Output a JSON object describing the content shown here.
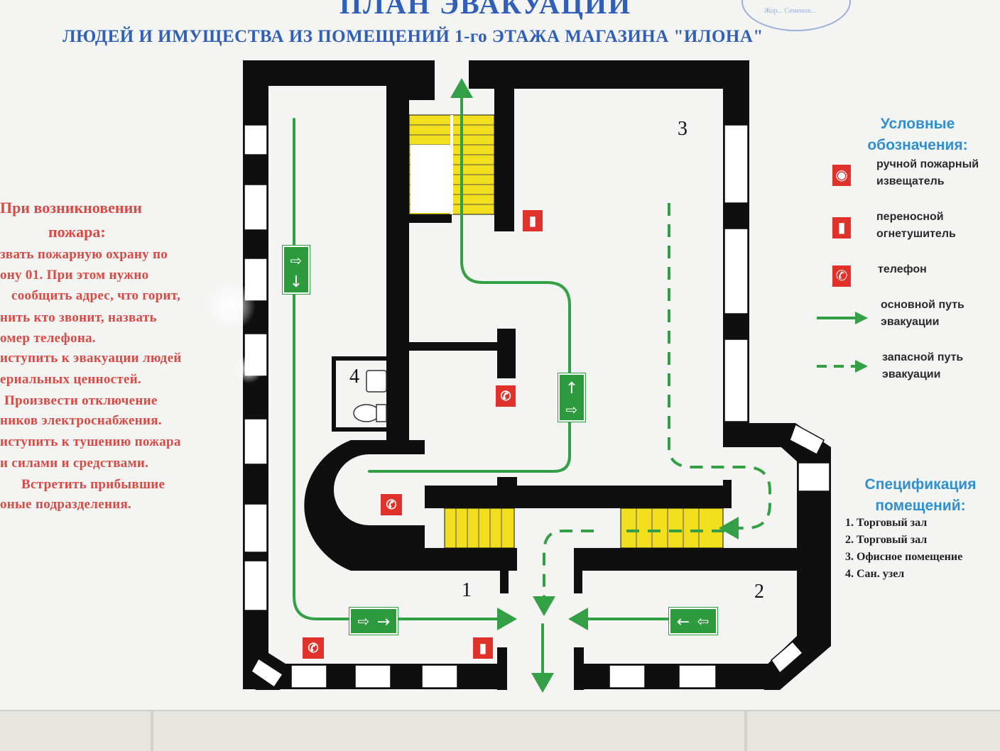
{
  "header": {
    "title": "ПЛАН ЭВАКУАЦИИ",
    "subtitle": "ЛЮДЕЙ И ИМУЩЕСТВА ИЗ ПОМЕЩЕНИЙ 1-го ЭТАЖА МАГАЗИНА \"ИЛОНА\"",
    "stamp_text": "Жор... Семенов..."
  },
  "instructions": {
    "heading_1": "При возникновении",
    "heading_2": "пожара:",
    "lines": [
      "звать пожарную охрану по",
      "ону 01. При этом нужно",
      "сообщить адрес, что горит,",
      "нить кто звонит, назвать",
      "омер телефона.",
      "иступить к эвакуации людей",
      "ериальных ценностей.",
      "Произвести    отключение",
      "ников электроснабжения.",
      "иступить к тушению пожара",
      "и силами и средствами.",
      "Встретить    прибывшие",
      "оные подразделения."
    ]
  },
  "legend": {
    "title": "Условные обозначения:",
    "items": [
      {
        "icon": "fire-alarm-icon",
        "label": "ручной пожарный извещатель"
      },
      {
        "icon": "fire-extinguisher-icon",
        "label": "переносной огнетушитель"
      },
      {
        "icon": "phone-icon",
        "label": "телефон"
      },
      {
        "icon": "solid-arrow-icon",
        "label": "основной путь эвакуации"
      },
      {
        "icon": "dashed-arrow-icon",
        "label": "запасной путь эвакуации"
      }
    ]
  },
  "specification": {
    "title": "Спецификация помещений:",
    "items": [
      "1.  Торговый зал",
      "2.  Торговый зал",
      "3.  Офисное помещение",
      "4.  Сан. узел"
    ]
  },
  "rooms": {
    "r1": "1",
    "r2": "2",
    "r3": "3",
    "r4": "4"
  },
  "colors": {
    "wall": "#0f0f0f",
    "route": "#34a046",
    "stairs": "#f2df1d",
    "sign_bg": "#2e9a3e",
    "icon_red": "#e0312b",
    "title_blue": "#2f5fb8",
    "legend_blue": "#2f8fd0",
    "instr_red": "#d94a45"
  }
}
